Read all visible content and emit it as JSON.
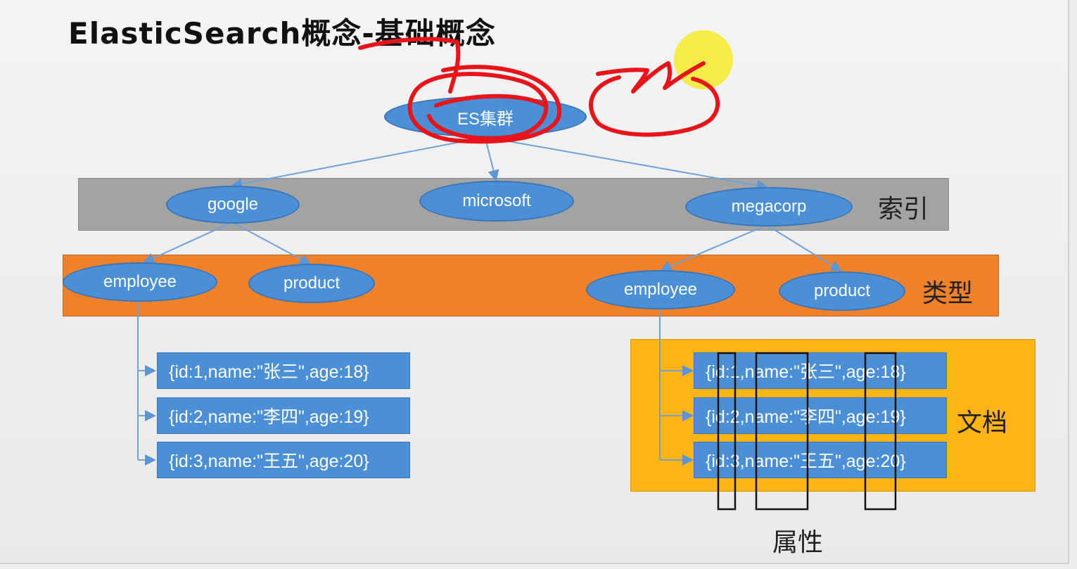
{
  "slide": {
    "title": "ElasticSearch概念-基础概念"
  },
  "cluster": {
    "label": "ES集群"
  },
  "indices": [
    "google",
    "microsoft",
    "megacorp"
  ],
  "types": {
    "left": [
      "employee",
      "product"
    ],
    "right": [
      "employee",
      "product"
    ]
  },
  "documents": {
    "left": [
      "{id:1,name:\"张三\",age:18}",
      "{id:2,name:\"李四\",age:19}",
      "{id:3,name:\"王五\",age:20}"
    ],
    "right": [
      "{id:1,name:\"张三\",age:18}",
      "{id:2,name:\"李四\",age:19}",
      "{id:3,name:\"王五\",age:20}"
    ]
  },
  "labels": {
    "index": "索引",
    "type": "类型",
    "document": "文档",
    "attribute": "属性"
  },
  "colors": {
    "node": "#4b8fd6",
    "index_band": "#a3a3a3",
    "type_band": "#f0812b",
    "doc_band": "#fdb515",
    "annotation": "#e8141a",
    "highlight": "#f5ea2a"
  }
}
